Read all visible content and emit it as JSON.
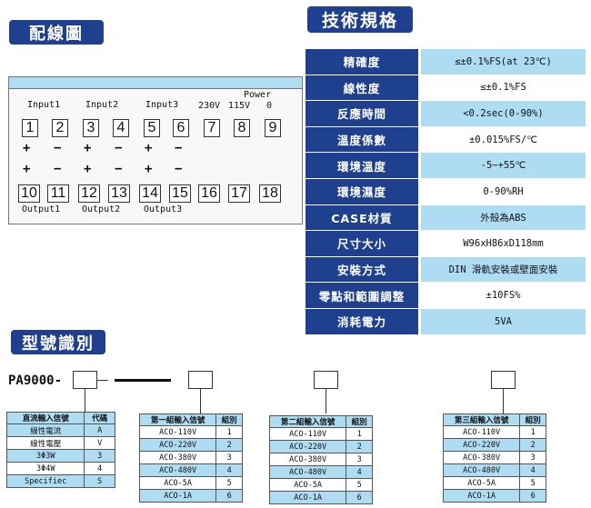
{
  "wiring": {
    "title": "配線圖",
    "inputs": [
      "Input1",
      "Input2",
      "Input3"
    ],
    "power_label": "Power",
    "power_voltages": [
      "230V",
      "115V",
      "0"
    ],
    "top_terminals": [
      "1",
      "2",
      "3",
      "4",
      "5",
      "6",
      "7",
      "8",
      "9"
    ],
    "bottom_terminals": [
      "10",
      "11",
      "12",
      "13",
      "14",
      "15",
      "16",
      "17",
      "18"
    ],
    "polarity_row1": [
      "+",
      "−",
      "+",
      "−",
      "+",
      "−"
    ],
    "polarity_row2": [
      "+",
      "−",
      "+",
      "−",
      "+",
      "−"
    ],
    "outputs": [
      "Output1",
      "Output2",
      "Output3"
    ]
  },
  "specs": {
    "title": "技術規格",
    "rows": [
      {
        "label": "精確度",
        "value": "≤±0.1%FS(at 23℃)"
      },
      {
        "label": "線性度",
        "value": "≤±0.1%FS"
      },
      {
        "label": "反應時間",
        "value": "<0.2sec(0-90%)"
      },
      {
        "label": "溫度係數",
        "value": "±0.015%FS/℃"
      },
      {
        "label": "環境溫度",
        "value": "-5~+55℃"
      },
      {
        "label": "環境濕度",
        "value": "0-90%RH"
      },
      {
        "label": "CASE材質",
        "value": "外殼為ABS"
      },
      {
        "label": "尺寸大小",
        "value": "W96xH86xD118mm"
      },
      {
        "label": "安裝方式",
        "value": "DIN 滑軌安裝或壁面安裝"
      },
      {
        "label": "零點和範圍調整",
        "value": "±10FS%"
      },
      {
        "label": "消耗電力",
        "value": "5VA"
      }
    ]
  },
  "model": {
    "title": "型號識別",
    "prefix": "PA9000-",
    "power_table": {
      "headers": [
        "直流輸入信號",
        "代碼"
      ],
      "rows": [
        [
          "線性電流",
          "A"
        ],
        [
          "線性電壓",
          "V"
        ],
        [
          "3Φ3W",
          "3"
        ],
        [
          "3Φ4W",
          "4"
        ],
        [
          "Specifiec",
          "S"
        ]
      ]
    },
    "group1_table": {
      "headers": [
        "第一組輸入信號",
        "組別"
      ],
      "rows": [
        [
          "ACO-110V",
          "1"
        ],
        [
          "ACO-220V",
          "2"
        ],
        [
          "ACO-380V",
          "3"
        ],
        [
          "ACO-480V",
          "4"
        ],
        [
          "ACO-5A",
          "5"
        ],
        [
          "ACO-1A",
          "6"
        ]
      ]
    },
    "group2_table": {
      "headers": [
        "第二組輸入信號",
        "組別"
      ],
      "rows": [
        [
          "ACO-110V",
          "1"
        ],
        [
          "ACO-220V",
          "2"
        ],
        [
          "ACO-380V",
          "3"
        ],
        [
          "ACO-480V",
          "4"
        ],
        [
          "ACO-5A",
          "5"
        ],
        [
          "ACO-1A",
          "6"
        ]
      ]
    },
    "group3_table": {
      "headers": [
        "第三組輸入信號",
        "組別"
      ],
      "rows": [
        [
          "ACO-110V",
          "1"
        ],
        [
          "ACO-220V",
          "2"
        ],
        [
          "ACO-380V",
          "3"
        ],
        [
          "ACO-480V",
          "4"
        ],
        [
          "ACO-5A",
          "5"
        ],
        [
          "ACO-1A",
          "6"
        ]
      ]
    }
  }
}
